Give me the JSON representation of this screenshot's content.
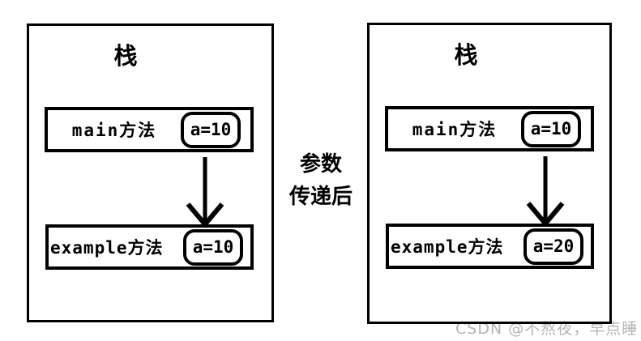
{
  "colors": {
    "stroke": "#000000",
    "background": "#ffffff",
    "watermark_gray": "#b8b3b3"
  },
  "diagrams": [
    {
      "title": "栈",
      "main_frame": {
        "label": "main方法",
        "value": "a=10"
      },
      "example_frame": {
        "label": "example方法",
        "value": "a=10"
      }
    },
    {
      "title": "栈",
      "main_frame": {
        "label": "main方法",
        "value": "a=10"
      },
      "example_frame": {
        "label": "example方法",
        "value": "a=20"
      }
    }
  ],
  "middle_label": {
    "line1": "参数",
    "line2": "传递后"
  },
  "watermark": "CSDN @不熬夜，早点睡"
}
